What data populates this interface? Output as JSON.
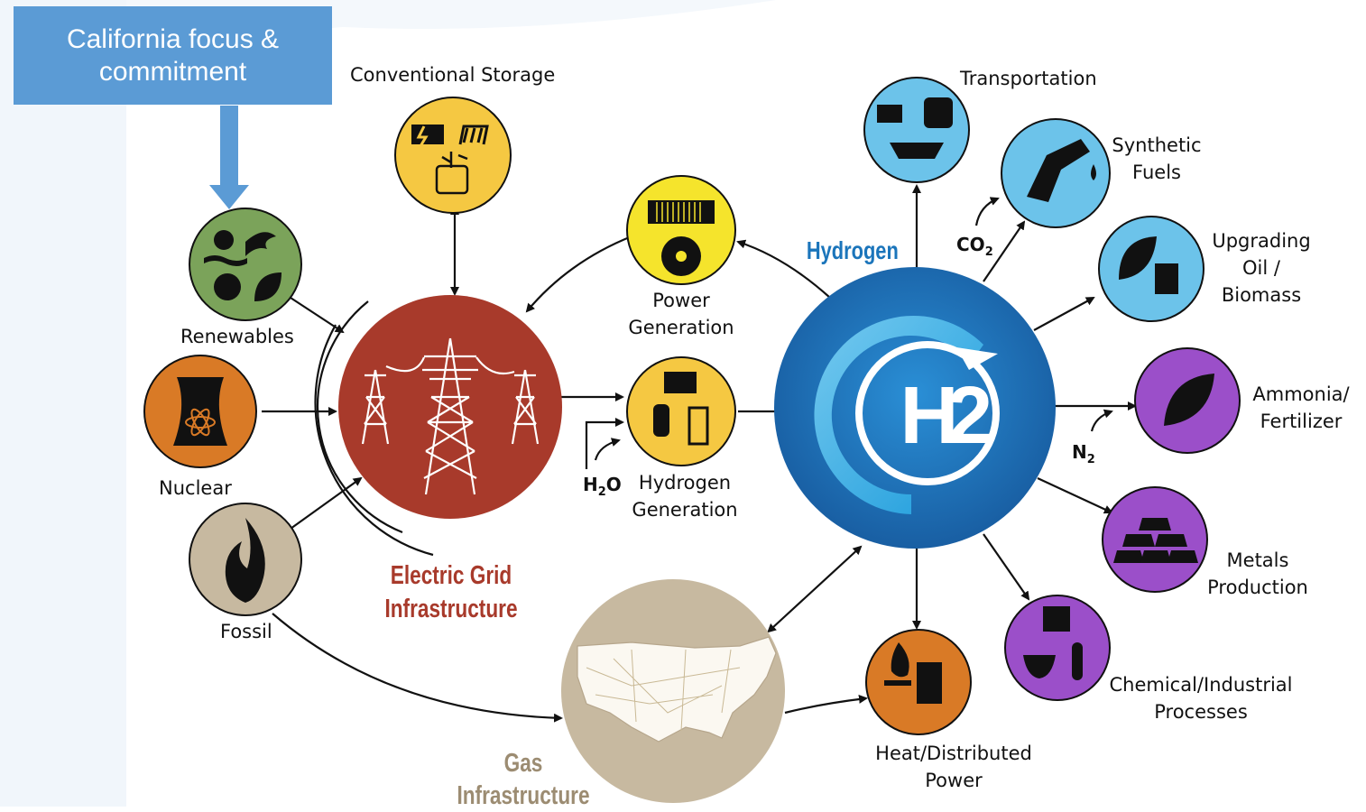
{
  "callout": {
    "line1": "California focus &",
    "line2": "commitment"
  },
  "sources": {
    "conventional_storage": "Conventional Storage",
    "renewables": "Renewables",
    "nuclear": "Nuclear",
    "fossil": "Fossil"
  },
  "grid": {
    "line1": "Electric Grid",
    "line2": "Infrastructure"
  },
  "gas": {
    "line1": "Gas",
    "line2": "Infrastructure"
  },
  "power_generation": {
    "line1": "Power",
    "line2": "Generation"
  },
  "hydrogen_generation": {
    "line1": "Hydrogen",
    "line2": "Generation"
  },
  "h2o": {
    "main": "H",
    "sub": "2",
    "rest": "O"
  },
  "hydrogen": {
    "label": "Hydrogen",
    "symbol_main": "H",
    "symbol_num": "2"
  },
  "uses": {
    "transportation": "Transportation",
    "synthetic_fuels": {
      "line1": "Synthetic",
      "line2": "Fuels"
    },
    "upgrading": {
      "line1": "Upgrading",
      "line2": "Oil /",
      "line3": "Biomass"
    },
    "ammonia": {
      "line1": "Ammonia/",
      "line2": "Fertilizer"
    },
    "metals": {
      "line1": "Metals",
      "line2": "Production"
    },
    "chemical": {
      "line1": "Chemical/Industrial",
      "line2": "Processes"
    },
    "heat": {
      "line1": "Heat/Distributed",
      "line2": "Power"
    }
  },
  "co2": {
    "main": "CO",
    "sub": "2"
  },
  "n2": {
    "main": "N",
    "sub": "2"
  },
  "colors": {
    "callout": "#5b9bd5",
    "grid_red": "#a83a2b",
    "hydrogen_blue": "#1b75bb",
    "gas_tan": "#c7b9a0",
    "yellow": "#f5c842",
    "light_blue": "#6cc3ea",
    "purple": "#9b4fc9",
    "orange": "#d97a26",
    "green": "#7ba35a"
  }
}
